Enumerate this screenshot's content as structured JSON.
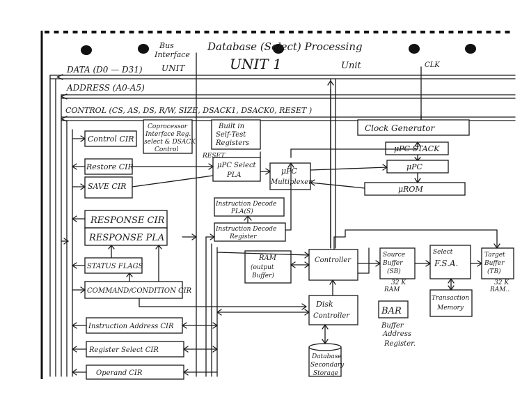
{
  "header": {
    "bus_interface_1": "Bus",
    "bus_interface_2": "Interface",
    "title": "Database  (Select) Processing",
    "unit_word": "Unit",
    "unit_big": "UNIT 1",
    "bus_unit": "UNIT",
    "clk": "CLK"
  },
  "buses": {
    "data": "DATA (D0 — D31)",
    "address": "ADDRESS (A0-A5)",
    "control": "CONTROL (CS, AS,      DS, R/W, SIZE, DSACK1, DSACK0, RESET )"
  },
  "blocks": {
    "control_cir": "Control CIR",
    "coproc_1": "Coprocessor",
    "coproc_2": "Interface Reg.",
    "coproc_3": "select & DSACK",
    "coproc_4": "Control",
    "bist_1": "Built  in",
    "bist_2": "Self-Test",
    "bist_3": "Registers",
    "reset": "RESET",
    "clock_gen": "Clock     Generator",
    "restore_cir": "Restore CIR",
    "save_cir": "SAVE CIR",
    "upc_select_1": "μPC Select",
    "upc_select_2": "PLA",
    "upc_mux_1": "μPC",
    "upc_mux_2": "Multiplexer",
    "upc_stack": "μPC STACK",
    "upc": "μPC",
    "urom": "μROM",
    "instr_decode_pla_1": "Instruction Decode",
    "instr_decode_pla_2": "PLA(S)",
    "instr_decode_reg_1": "Instruction Decode",
    "instr_decode_reg_2": "Register",
    "response_cir": "RESPONSE CIR",
    "response_pla": "RESPONSE PLA",
    "status_flags": "STATUS FLAGS",
    "command_condition_cir": "COMMAND/CONDITION CIR",
    "instr_addr_cir": "Instruction Address CIR",
    "reg_select_cir": "Register Select CIR",
    "operand_cir": "Operand   CIR",
    "ram_1": "RAM",
    "ram_2": "(output",
    "ram_3": "Buffer)",
    "controller": "Controller",
    "disk_ctrl_1": "Disk",
    "disk_ctrl_2": "Controller",
    "source_buf_1": "Source",
    "source_buf_2": "Buffer",
    "source_buf_3": "(SB)",
    "source_size_1": "32 K",
    "source_size_2": "RAM",
    "fsa_1": "Select",
    "fsa_2": "F.S.A.",
    "target_buf_1": "Target",
    "target_buf_2": "Buffer",
    "target_buf_3": "(TB)",
    "target_size_1": "32 K",
    "target_size_2": "RAM..",
    "trans_mem_1": "Transaction",
    "trans_mem_2": "Memory",
    "bar": "BAR",
    "bar_desc_1": "Buffer",
    "bar_desc_2": "Address",
    "bar_desc_3": "Register.",
    "db_storage_1": "Database",
    "db_storage_2": "Secondary",
    "db_storage_3": "Storage"
  }
}
